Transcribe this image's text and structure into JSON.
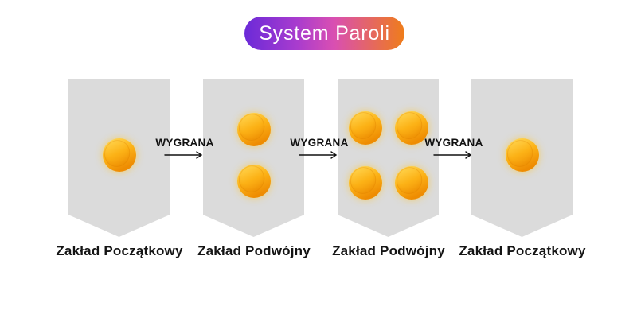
{
  "title": {
    "text": "System Paroli",
    "text_color": "#FFFFFF",
    "gradient": [
      "#6B2AD8",
      "#A93CCE",
      "#D94FB2",
      "#EF7D1A"
    ]
  },
  "banners": [
    {
      "label": "Zakład Początkowy",
      "coins": 1
    },
    {
      "label": "Zakład Podwójny",
      "coins": 2
    },
    {
      "label": "Zakład Podwójny",
      "coins": 4
    },
    {
      "label": "Zakład Początkowy",
      "coins": 1
    }
  ],
  "arrows": [
    {
      "label": "WYGRANA"
    },
    {
      "label": "WYGRANA"
    },
    {
      "label": "WYGRANA"
    }
  ],
  "icons": {
    "coin": "gold-coin-icon",
    "arrow": "right-arrow-icon"
  },
  "colors": {
    "background": "#FFFFFF",
    "banner_bg": "#DBDBDB",
    "coin_gold_light": "#FFD83C",
    "coin_gold_dark": "#EE8C02",
    "text": "#141414"
  }
}
